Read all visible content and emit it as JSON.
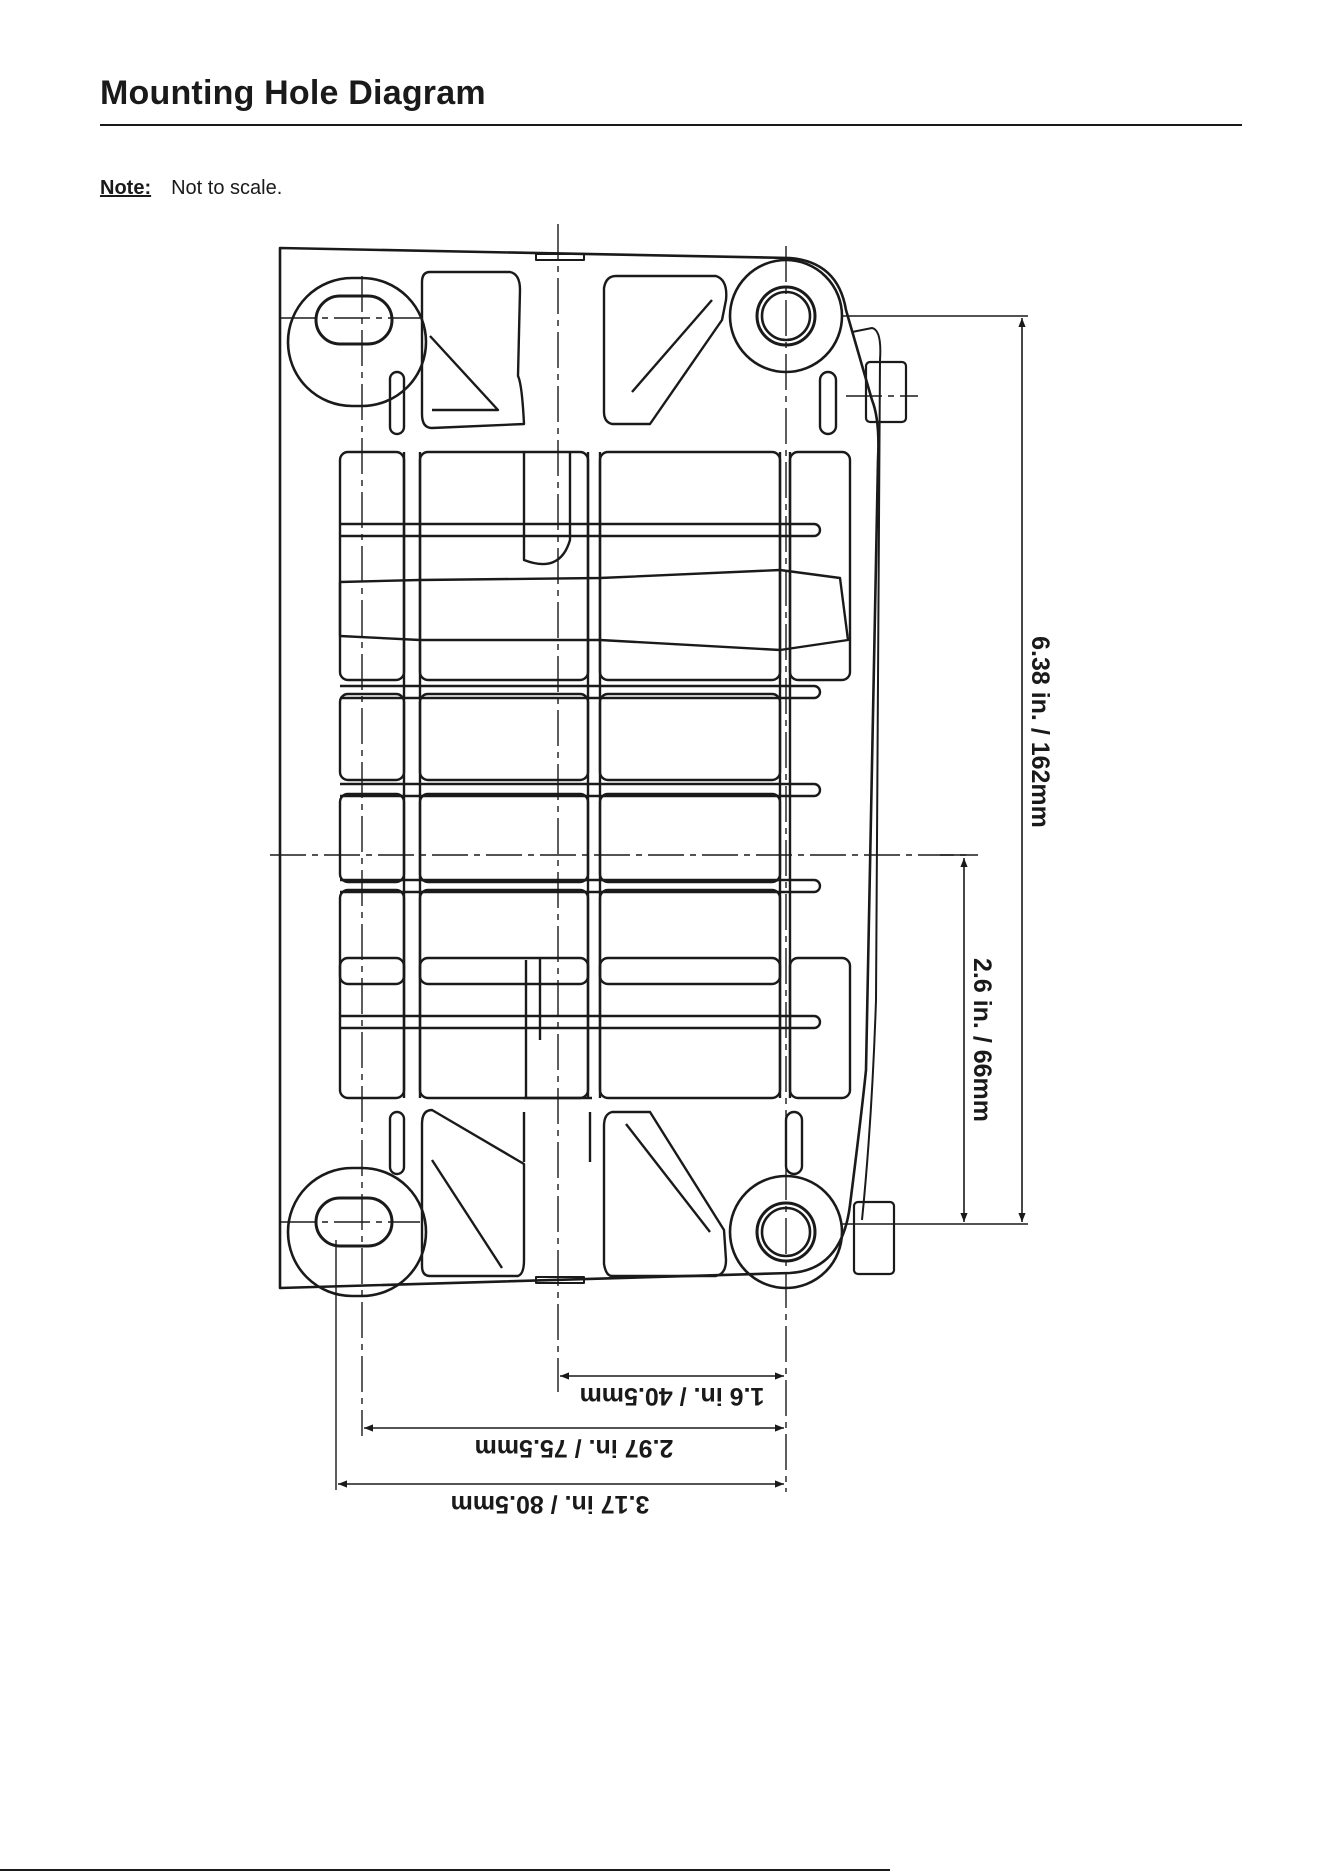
{
  "header": {
    "title": "Mounting Hole Diagram"
  },
  "note": {
    "label": "Note:",
    "text": "Not to scale."
  },
  "dimensions": {
    "overall_height": "6.38 in. / 162mm",
    "center_to_bottom": "2.6 in. / 66mm",
    "center_to_right_hole": "1.6 in. / 40.5mm",
    "slot_center_to_right_hole": "2.97 in. / 75.5mm",
    "slot_edge_to_right_hole": "3.17 in. / 80.5mm"
  },
  "colors": {
    "ink": "#1a1a1a",
    "background": "#ffffff"
  }
}
